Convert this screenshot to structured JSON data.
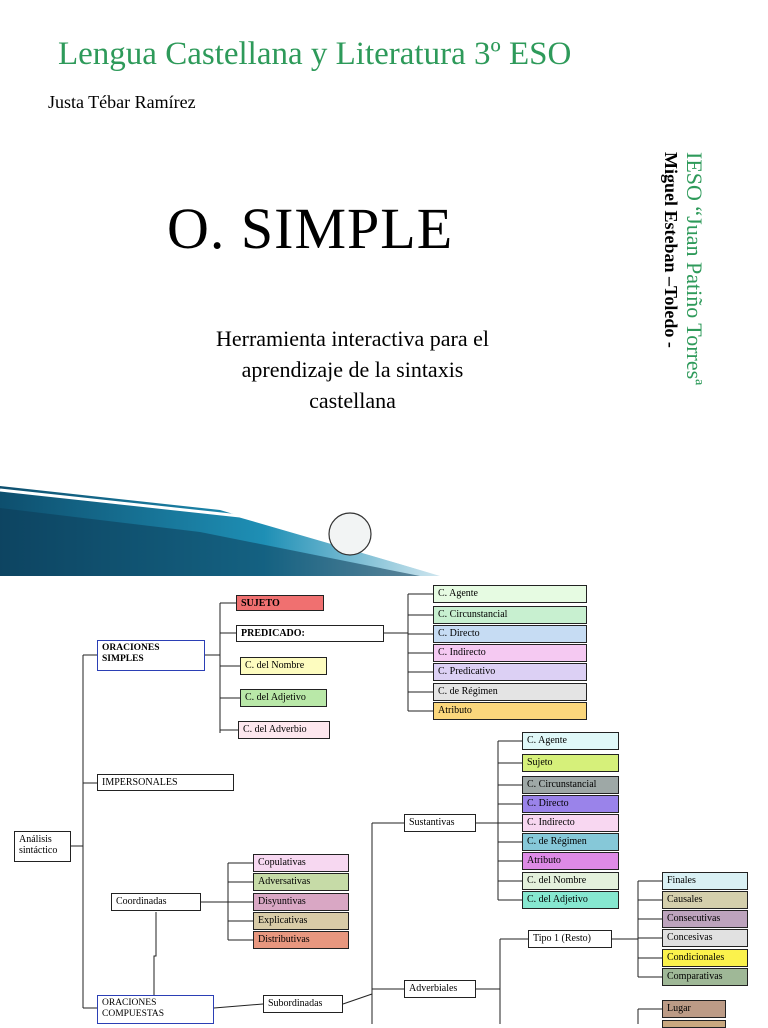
{
  "slide": {
    "course_title": "Lengua Castellana y Literatura 3º ESO",
    "author": "Justa Tébar Ramírez",
    "main_title": "O. SIMPLE",
    "subtitle": "Herramienta interactiva para el aprendizaje de la sintaxis castellana",
    "school": "IESO “Juan Patiño Torresª",
    "city": "Miguel Esteban –Toledo -"
  },
  "colors": {
    "title_green": "#2e9a5a",
    "swoosh_dark": "#0e4f6e",
    "swoosh_light": "#1e8fb5",
    "circle_fill": "#f2f4f4"
  },
  "diagram": {
    "root": "Análisis sintáctico",
    "simples": "ORACIONES SIMPLES",
    "sujeto": "SUJETO",
    "predicado": "PREDICADO:",
    "c_nombre": "C. del Nombre",
    "c_adjetivo": "C. del Adjetivo",
    "c_adverbio": "C. del Adverbio",
    "pred_items": [
      "C. Agente",
      "C. Circunstancial",
      "C. Directo",
      "C. Indirecto",
      "C. Predicativo",
      "C. de Régimen",
      "Atributo"
    ],
    "impersonales": "IMPERSONALES",
    "coordinadas": "Coordinadas",
    "coord_items": [
      "Copulativas",
      "Adversativas",
      "Disyuntivas",
      "Explicativas",
      "Distributivas"
    ],
    "compuestas": "ORACIONES COMPUESTAS",
    "subordinadas": "Subordinadas",
    "sustantivas": "Sustantivas",
    "sust_items": [
      "C. Agente",
      "Sujeto",
      "C. Circunstancial",
      "C. Directo",
      "C. Indirecto",
      "C. de Régimen",
      "Atributo",
      "C. del Nombre",
      "C. del Adjetivo"
    ],
    "adverbiales": "Adverbiales",
    "tipo1": "Tipo 1 (Resto)",
    "tipo1_items": [
      "Finales",
      "Causales",
      "Consecutivas",
      "Concesivas",
      "Condicionales",
      "Comparativas"
    ],
    "tipo2_items": [
      "Lugar"
    ]
  }
}
